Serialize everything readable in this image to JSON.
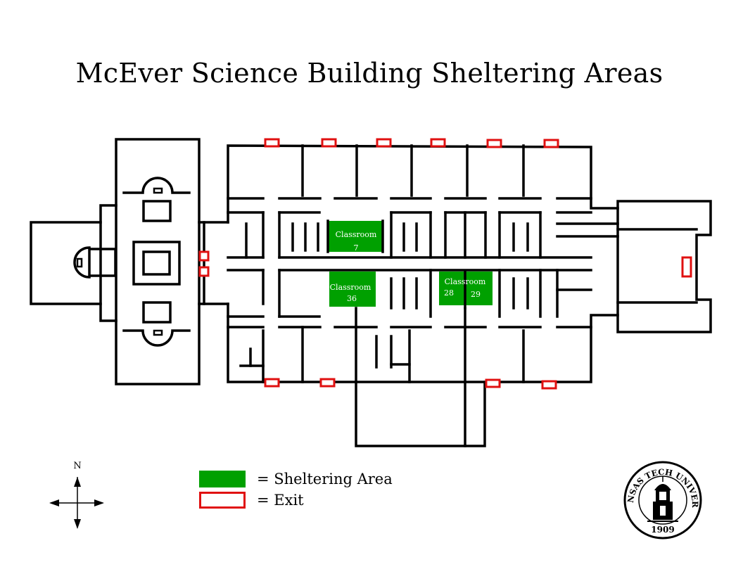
{
  "title": "McEver Science Building Sheltering Areas",
  "rooms": [
    {
      "line1": "Classroom",
      "line2": "7"
    },
    {
      "line1": "Classroom",
      "line2": "36"
    },
    {
      "line1": "Classroom",
      "line2": ""
    },
    {
      "line1": "28",
      "line2": ""
    },
    {
      "line1": "29",
      "line2": ""
    }
  ],
  "legend": [
    {
      "label": "= Sheltering Area",
      "color": "#00a000"
    },
    {
      "label": "= Exit",
      "color": "#e01010"
    }
  ],
  "compass": {
    "north": "N"
  },
  "seal": {
    "name": "ARKANSAS TECH UNIVERSITY",
    "year": "1909"
  },
  "colors": {
    "shelter": "#00a000",
    "exit": "#e01010"
  }
}
